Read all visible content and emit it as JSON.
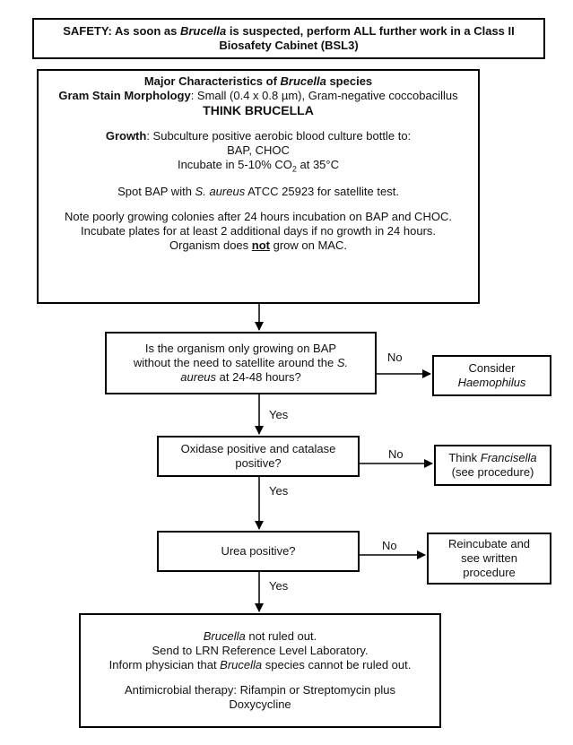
{
  "safety": {
    "prefix": "SAFETY: As soon as ",
    "organism": "Brucella",
    "suffix": " is suspected, perform ALL further work in a Class II",
    "line2": "Biosafety Cabinet (BSL3)"
  },
  "characteristics": {
    "title_prefix": "Major Characteristics of ",
    "title_organism": "Brucella",
    "title_suffix": " species",
    "gram_label": "Gram Stain Morphology",
    "gram_text": ": Small (0.4 x 0.8 µm), Gram-negative coccobacillus",
    "think": "THINK BRUCELLA",
    "growth_label": "Growth",
    "growth_text": ": Subculture positive aerobic blood culture  bottle to:",
    "media": "BAP, CHOC",
    "incubate_prefix": "Incubate in 5-10% CO",
    "incubate_sub": "2",
    "incubate_suffix": " at 35°C",
    "spot_prefix": "Spot BAP with ",
    "spot_organism": "S. aureus",
    "spot_suffix": " ATCC 25923 for satellite test.",
    "note1": "Note poorly growing colonies after 24 hours incubation on BAP and CHOC.",
    "note2": "Incubate plates for at least 2 additional days if no growth in 24 hours.",
    "mac_prefix": "Organism does ",
    "mac_not": "not",
    "mac_suffix": " grow on MAC."
  },
  "q1": {
    "line1": "Is the organism only growing on BAP",
    "line2_prefix": "without the  need to satellite  around the ",
    "line2_italic": "S.",
    "line3_italic": "aureus",
    "line3_suffix": " at 24-48 hours?"
  },
  "r1": {
    "line1": "Consider",
    "line2_italic": "Haemophilus"
  },
  "q2": {
    "line1": "Oxidase positive and catalase",
    "line2": "positive?"
  },
  "r2": {
    "line1_prefix": "Think ",
    "line1_italic": "Francisella",
    "line2": "(see procedure)"
  },
  "q3": {
    "text": "Urea positive?"
  },
  "r3": {
    "line1": "Reincubate and",
    "line2": "see written",
    "line3": "procedure"
  },
  "final": {
    "line1_italic": "Brucella",
    "line1_suffix": " not ruled out.",
    "line2": "Send to LRN Reference Level Laboratory.",
    "line3_prefix": "Inform physician that ",
    "line3_italic": "Brucella",
    "line3_suffix": " species cannot be ruled out.",
    "line4": "Antimicrobial therapy: Rifampin or Streptomycin plus",
    "line5": "Doxycycline"
  },
  "labels": {
    "no1": "No",
    "yes1": "Yes",
    "no2": "No",
    "yes2": "Yes",
    "no3": "No",
    "yes3": "Yes"
  }
}
